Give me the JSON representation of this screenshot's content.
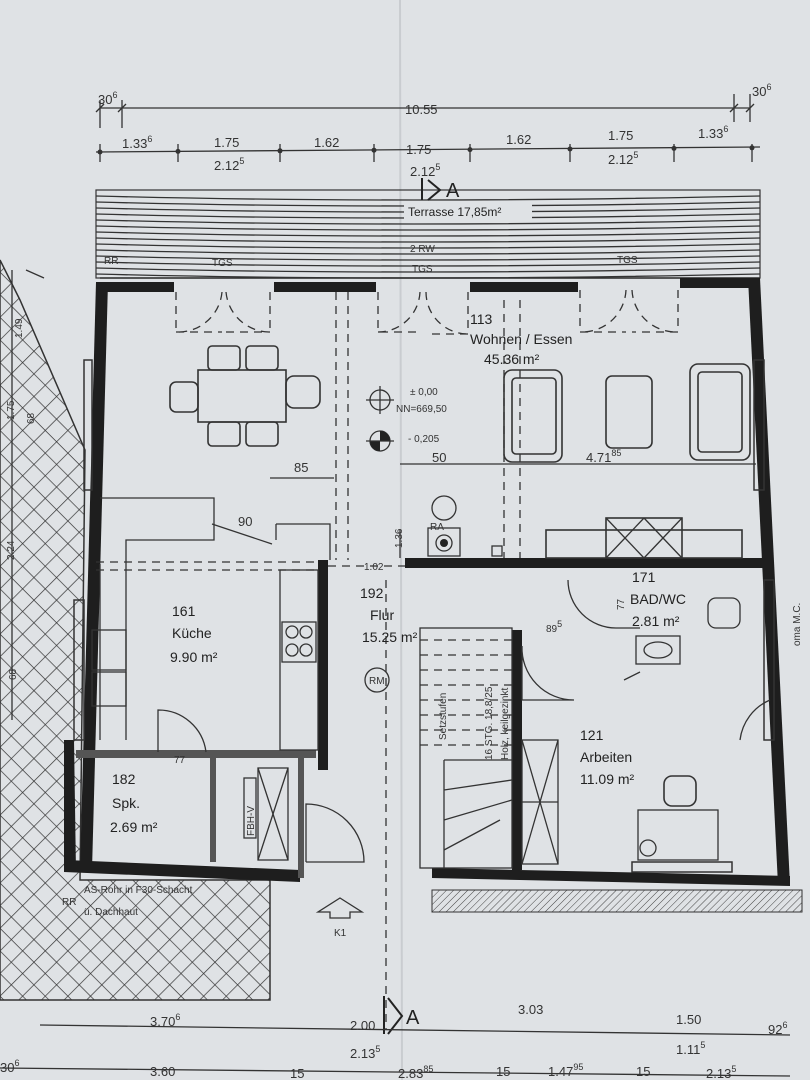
{
  "dimensions_top": {
    "total": "10.55",
    "edge_left_base": "30",
    "edge_left_sup": "6",
    "edge_right_base": "30",
    "edge_right_sup": "6",
    "row1": [
      {
        "base": "1.33",
        "sup": "6"
      },
      {
        "base": "1.75",
        "sup": ""
      },
      {
        "base": "1.62",
        "sup": ""
      },
      {
        "base": "1.75",
        "sup": ""
      },
      {
        "base": "1.62",
        "sup": ""
      },
      {
        "base": "1.75",
        "sup": ""
      },
      {
        "base": "1.33",
        "sup": "6"
      }
    ],
    "row2": [
      {
        "base": "2.12",
        "sup": "5"
      },
      {
        "base": "2.12",
        "sup": "5"
      },
      {
        "base": "2.12",
        "sup": "5"
      }
    ]
  },
  "terrace": {
    "label": "Terrasse 17,85m²",
    "section_marker": "A",
    "rw": "2 RW",
    "rr": "RR",
    "tgs": [
      "TGS",
      "TGS",
      "TGS"
    ]
  },
  "rooms": {
    "wohnen": {
      "number": "113",
      "name": "Wohnen / Essen",
      "area": "45.36 m²"
    },
    "kueche": {
      "number": "161",
      "name": "Küche",
      "area": "9.90 m²"
    },
    "flur": {
      "number": "192",
      "name": "Flur",
      "area": "15.25 m²"
    },
    "bad": {
      "number": "171",
      "name": "BAD/WC",
      "area": "2.81 m²"
    },
    "arbeiten": {
      "number": "121",
      "name": "Arbeiten",
      "area": "11.09 m²"
    },
    "spk": {
      "number": "182",
      "name": "Spk.",
      "area": "2.69 m²"
    }
  },
  "level_marks": {
    "zero": "± 0,00",
    "nn": "NN=669,50",
    "lower": "- 0,205"
  },
  "inner_dims": {
    "d85": "85",
    "d90": "90",
    "d50": "50",
    "d471": "4.71",
    "d471_sup": "85",
    "d102": "1.02",
    "d136": "1.36",
    "d77a": "77",
    "d77b": "77",
    "d89": "89",
    "d89_sup": "5"
  },
  "labels": {
    "ra": "RA",
    "rm": "RM",
    "fbh": "FBH-V",
    "setzstufen": "Setzstufen",
    "stairs": "16 STG. 18,8/25",
    "stairs_material": "Holz, keilgezinkt",
    "as_rohr": "AS-Rohr in F30-Schacht",
    "dachhaut": "ü. Dachhaut",
    "rr_bottom": "RR",
    "k1": "K1",
    "section_bottom": "A",
    "oma": "oma M.C."
  },
  "left_dims": [
    "1.49",
    "1.75",
    "68",
    "2.24",
    "68"
  ],
  "dimensions_bottom": {
    "row1": [
      {
        "base": "3.70",
        "sup": "6"
      },
      {
        "base": "2.00",
        "sup": ""
      },
      {
        "base": "3.03",
        "sup": ""
      },
      {
        "base": "1.50",
        "sup": ""
      },
      {
        "base": "92",
        "sup": "6"
      }
    ],
    "row2": [
      {
        "base": "2.13",
        "sup": "5"
      },
      {
        "base": "1.11",
        "sup": "5"
      }
    ],
    "row3": [
      {
        "base": "30",
        "sup": "6"
      },
      {
        "base": "3.60",
        "sup": ""
      },
      {
        "base": "15",
        "sup": ""
      },
      {
        "base": "2.83",
        "sup": "85"
      },
      {
        "base": "15",
        "sup": ""
      },
      {
        "base": "1.47",
        "sup": "95"
      },
      {
        "base": "15",
        "sup": ""
      },
      {
        "base": "2.13",
        "sup": "5"
      }
    ]
  }
}
